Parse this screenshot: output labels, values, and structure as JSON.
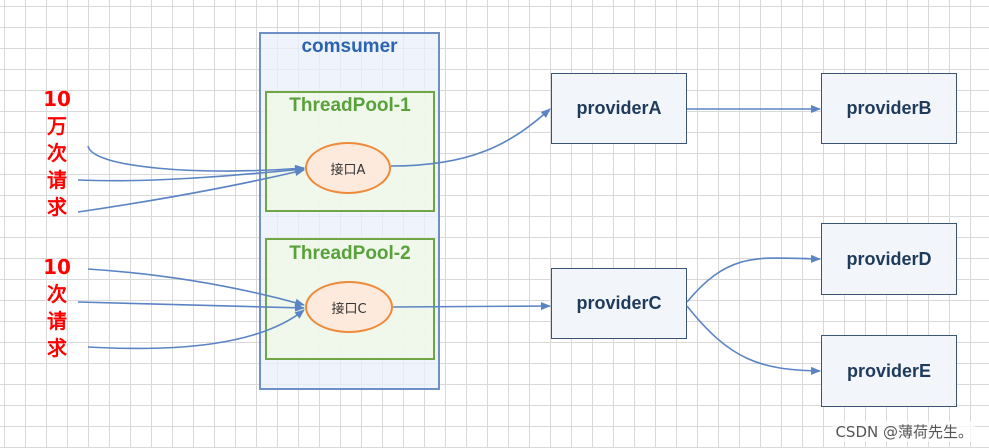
{
  "consumer": {
    "title": "comsumer",
    "pools": [
      {
        "title": "ThreadPool-1",
        "interface": "接口A"
      },
      {
        "title": "ThreadPool-2",
        "interface": "接口C"
      }
    ]
  },
  "providers": {
    "a": "providerA",
    "b": "providerB",
    "c": "providerC",
    "d": "providerD",
    "e": "providerE"
  },
  "requests": {
    "group1": [
      "10",
      "万",
      "次",
      "请",
      "求"
    ],
    "group2": [
      "10",
      "次",
      "请",
      "求"
    ]
  },
  "colors": {
    "arrow": "#5b84c4",
    "request_text": "#ff0000",
    "pool_border": "#70a648",
    "interface_border": "#ee8a3a"
  },
  "watermark": "CSDN @薄荷先生。"
}
